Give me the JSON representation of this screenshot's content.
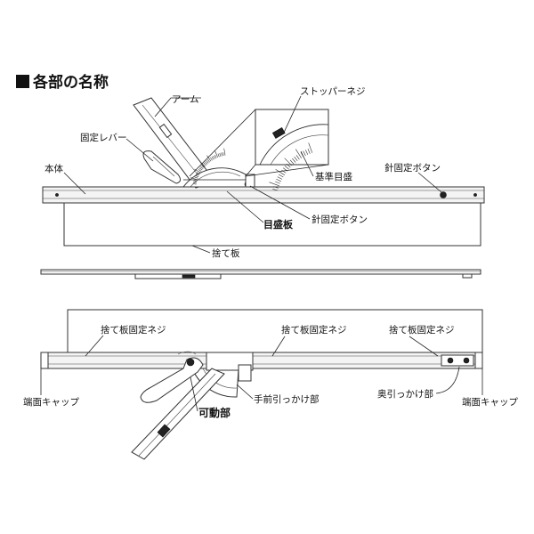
{
  "title": "各部の名称",
  "labels": {
    "arm": "アーム",
    "stopper_screw": "ストッパーネジ",
    "fixing_lever": "固定レバー",
    "body": "本体",
    "reference_scale": "基準目盛",
    "needle_fix_button_right": "針固定ボタン",
    "scale_plate": "目盛板",
    "needle_fix_button_center": "針固定ボタン",
    "backing_board": "捨て板",
    "backing_screw_left": "捨て板固定ネジ",
    "backing_screw_center": "捨て板固定ネジ",
    "backing_screw_right": "捨て板固定ネジ",
    "end_cap_left": "端面キャップ",
    "end_cap_right": "端面キャップ",
    "front_hook": "手前引っかけ部",
    "back_hook": "奥引っかけ部",
    "movable_part": "可動部"
  },
  "colors": {
    "line": "#222222",
    "rail_fill": "#f4f4f4",
    "background": "#ffffff"
  }
}
